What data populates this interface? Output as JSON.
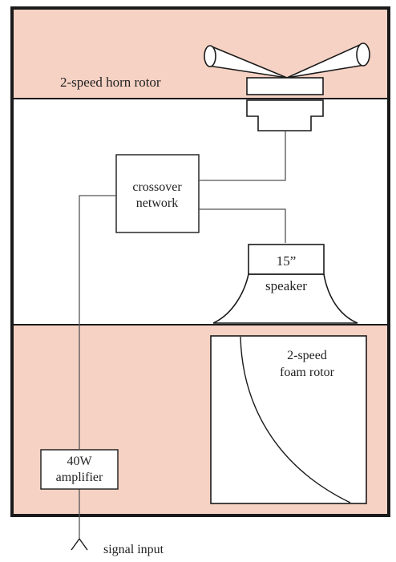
{
  "colors": {
    "peach": "#f6d2c4",
    "line": "#1a1a1a",
    "background": "#ffffff"
  },
  "labels": {
    "horn_rotor": "2-speed horn rotor",
    "crossover_line1": "crossover",
    "crossover_line2": "network",
    "speaker_size": "15”",
    "speaker": "speaker",
    "foam_rotor_line1": "2-speed",
    "foam_rotor_line2": "foam rotor",
    "amplifier_line1": "40W",
    "amplifier_line2": "amplifier",
    "signal_input": "signal input"
  },
  "icons": {
    "horn": "horn-icon",
    "signal_input": "antenna-fork-icon"
  }
}
